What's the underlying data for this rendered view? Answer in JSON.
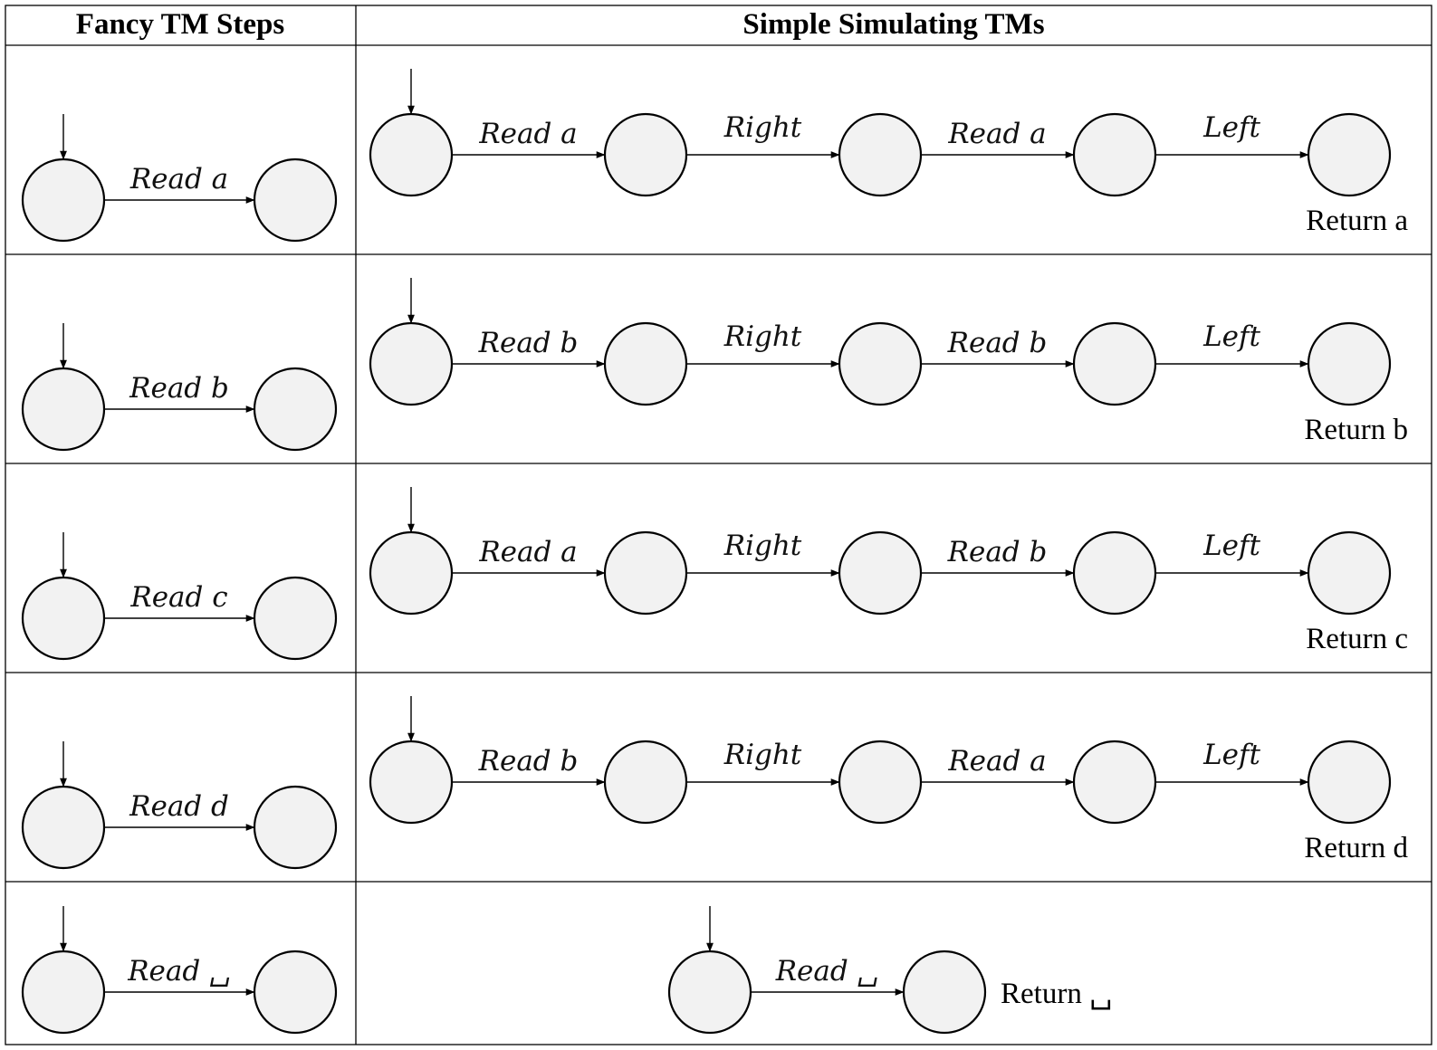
{
  "table": {
    "headers": [
      "Fancy TM Steps",
      "Simple Simulating TMs"
    ],
    "rows": [
      {
        "fancy": {
          "label": "Read a"
        },
        "simple": {
          "transitions": [
            "Read a",
            "Right",
            "Read a",
            "Left"
          ],
          "return_label": "Return a"
        }
      },
      {
        "fancy": {
          "label": "Read b"
        },
        "simple": {
          "transitions": [
            "Read b",
            "Right",
            "Read b",
            "Left"
          ],
          "return_label": "Return b"
        }
      },
      {
        "fancy": {
          "label": "Read c"
        },
        "simple": {
          "transitions": [
            "Read a",
            "Right",
            "Read b",
            "Left"
          ],
          "return_label": "Return c"
        }
      },
      {
        "fancy": {
          "label": "Read d"
        },
        "simple": {
          "transitions": [
            "Read b",
            "Right",
            "Read a",
            "Left"
          ],
          "return_label": "Return d"
        }
      },
      {
        "fancy": {
          "label": "Read ␣"
        },
        "simple": {
          "transitions": [
            "Read ␣"
          ],
          "return_label": "Return ␣"
        }
      }
    ]
  },
  "colors": {
    "state_fill": "#f2f2f2",
    "stroke": "#000000"
  }
}
